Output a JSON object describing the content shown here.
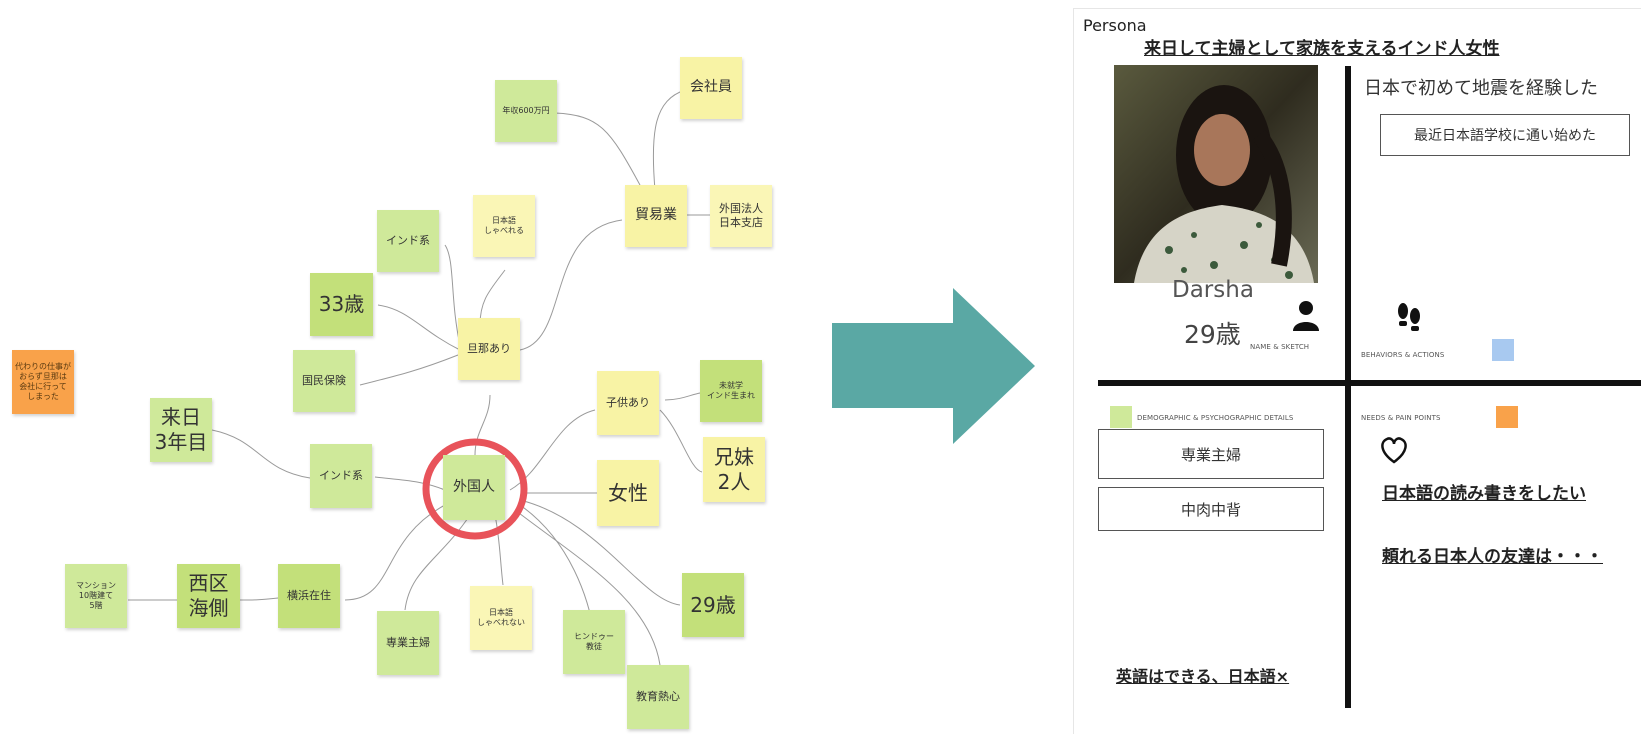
{
  "mindmap": {
    "center": "外国人",
    "notes": {
      "kaishain": "会社員",
      "nenshu": "年収600万円",
      "boeki": "貿易業",
      "gaikoku_hojin": "外国法人\n日本支店",
      "nihongo_ok": "日本語\nしゃべれる",
      "india_kei_top": "インド系",
      "age33": "33歳",
      "danna": "旦那あり",
      "kokumin": "国民保険",
      "side_orange": "代わりの仕事が\nおらず旦那は\n会社に行って\nしまった",
      "rainichi": "来日\n3年目",
      "india_kei_mid": "インド系",
      "kodomo": "子供あり",
      "mishugaku": "未就学\nインド生まれ",
      "kyodai": "兄妹\n2人",
      "josei": "女性",
      "age29": "29歳",
      "mansion": "マンション\n10階建て\n5階",
      "nishiku": "西区\n海側",
      "yokohama": "横浜在住",
      "sengyo": "専業主婦",
      "nihongo_ng": "日本語\nしゃべれない",
      "hindu": "ヒンドゥー\n教徒",
      "kyoiku": "教育熱心"
    }
  },
  "colors": {
    "arrow": "#5aa8a4",
    "highlight_circle": "#e8535a",
    "behaviors_swatch": "#a8c9f0",
    "needs_swatch": "#f9a24a",
    "demographic_swatch": "#cfe99a"
  },
  "persona": {
    "label": "Persona",
    "title": "来日して主婦として家族を支えるインド人女性",
    "photo_alt": "woman-portrait",
    "name": "Darsha",
    "age": "29歳",
    "name_sketch_caption": "NAME & SKETCH",
    "behaviors_caption": "BEHAVIORS & ACTIONS",
    "demographic_caption": "DEMOGRAPHIC & PSYCHOGRAPHIC DETAILS",
    "needs_caption": "NEEDS & PAIN POINTS",
    "behavior_text": "日本で初めて地震を経験した",
    "behavior_box": "最近日本語学校に通い始めた",
    "demo_box_1": "専業主婦",
    "demo_box_2": "中肉中背",
    "demo_footer": "英語はできる、日本語×",
    "need_1": "日本語の読み書きをしたい",
    "need_2": "頼れる日本人の友達は・・・"
  }
}
